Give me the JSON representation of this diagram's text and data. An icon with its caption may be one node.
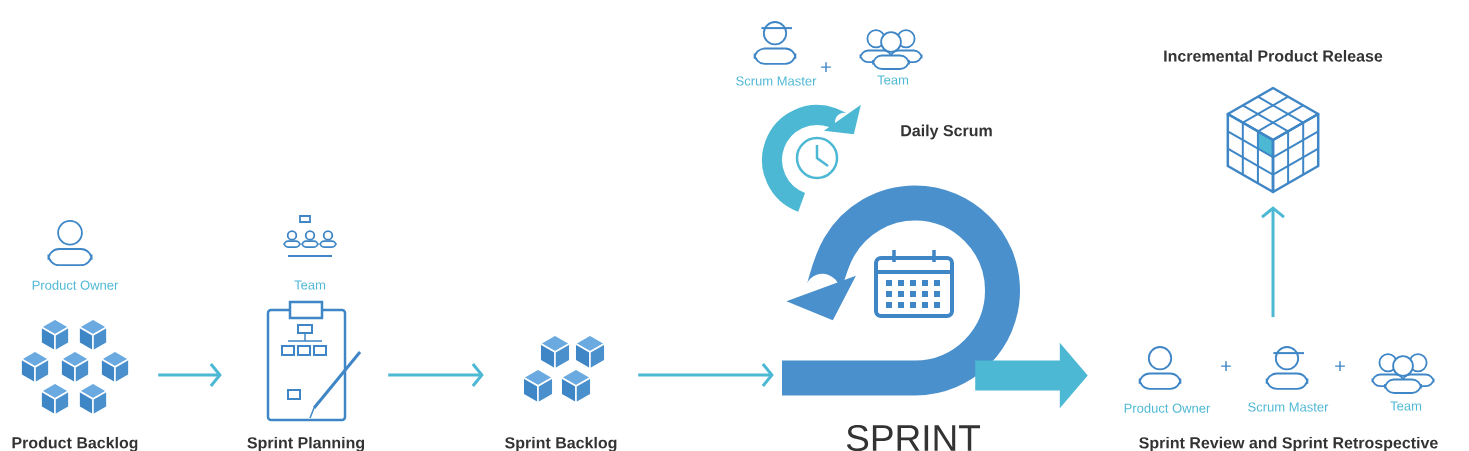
{
  "diagram": {
    "nodes": [
      {
        "text": [
          "Product Backlog"
        ]
      },
      {
        "text": [
          "Sprint Planning"
        ]
      },
      {
        "text": [
          "Sprint Backlog"
        ]
      },
      {
        "text": [
          "SPRINT"
        ]
      },
      {
        "text": [
          "Sprint Review and Sprint Retrospective"
        ]
      },
      {
        "text": [
          "Incremental Product Release"
        ]
      },
      {
        "text": [
          "Daily Scrum"
        ]
      }
    ],
    "edges": [
      {
        "from": 0,
        "to": 1,
        "arrow": "to"
      },
      {
        "from": 1,
        "to": 2,
        "arrow": "to"
      },
      {
        "from": 2,
        "to": 3,
        "arrow": "to"
      },
      {
        "from": 3,
        "to": 4,
        "arrow": "to",
        "style": "thick"
      },
      {
        "from": 4,
        "to": 5,
        "arrow": "to"
      }
    ],
    "labels": [
      "Scrum Master",
      "+",
      "Team",
      "Product Owner",
      "Team",
      "Product Owner",
      "+",
      "Scrum Master",
      "+",
      "Team"
    ]
  }
}
